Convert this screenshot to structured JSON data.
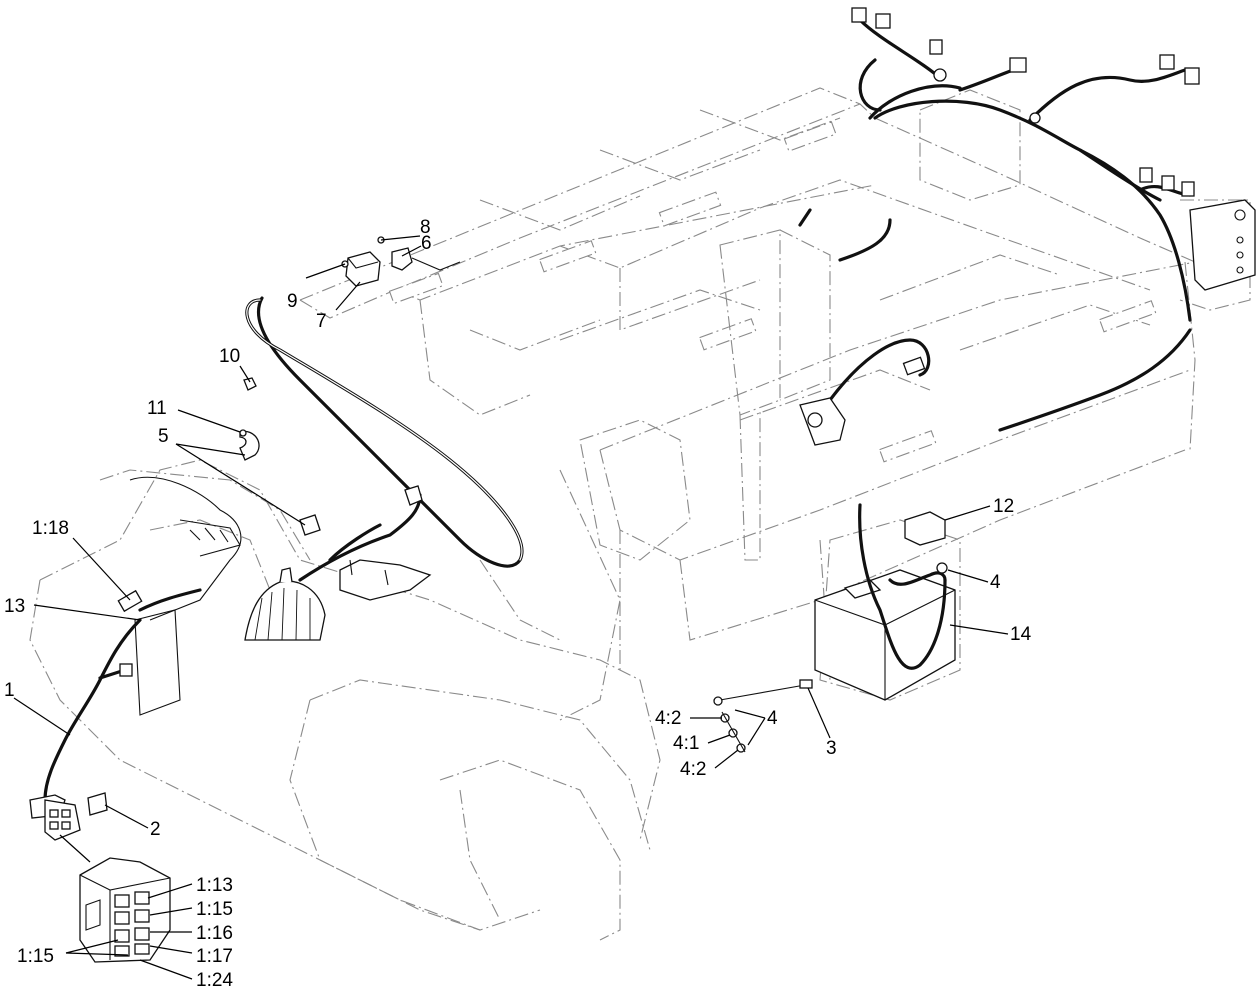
{
  "callouts": {
    "c_8": "8",
    "c_6": "6",
    "c_9": "9",
    "c_7": "7",
    "c_10": "10",
    "c_11": "11",
    "c_5": "5",
    "c_1_18": "1:18",
    "c_13": "13",
    "c_1": "1",
    "c_2": "2",
    "c_12": "12",
    "c_4_top": "4",
    "c_14": "14",
    "c_3": "3",
    "c_4_2_a": "4:2",
    "c_4_mid": "4",
    "c_4_1": "4:1",
    "c_4_2_b": "4:2",
    "c_1_13": "1:13",
    "c_1_15_a": "1:15",
    "c_1_16": "1:16",
    "c_1_17": "1:17",
    "c_1_15_b": "1:15",
    "c_1_24": "1:24"
  }
}
